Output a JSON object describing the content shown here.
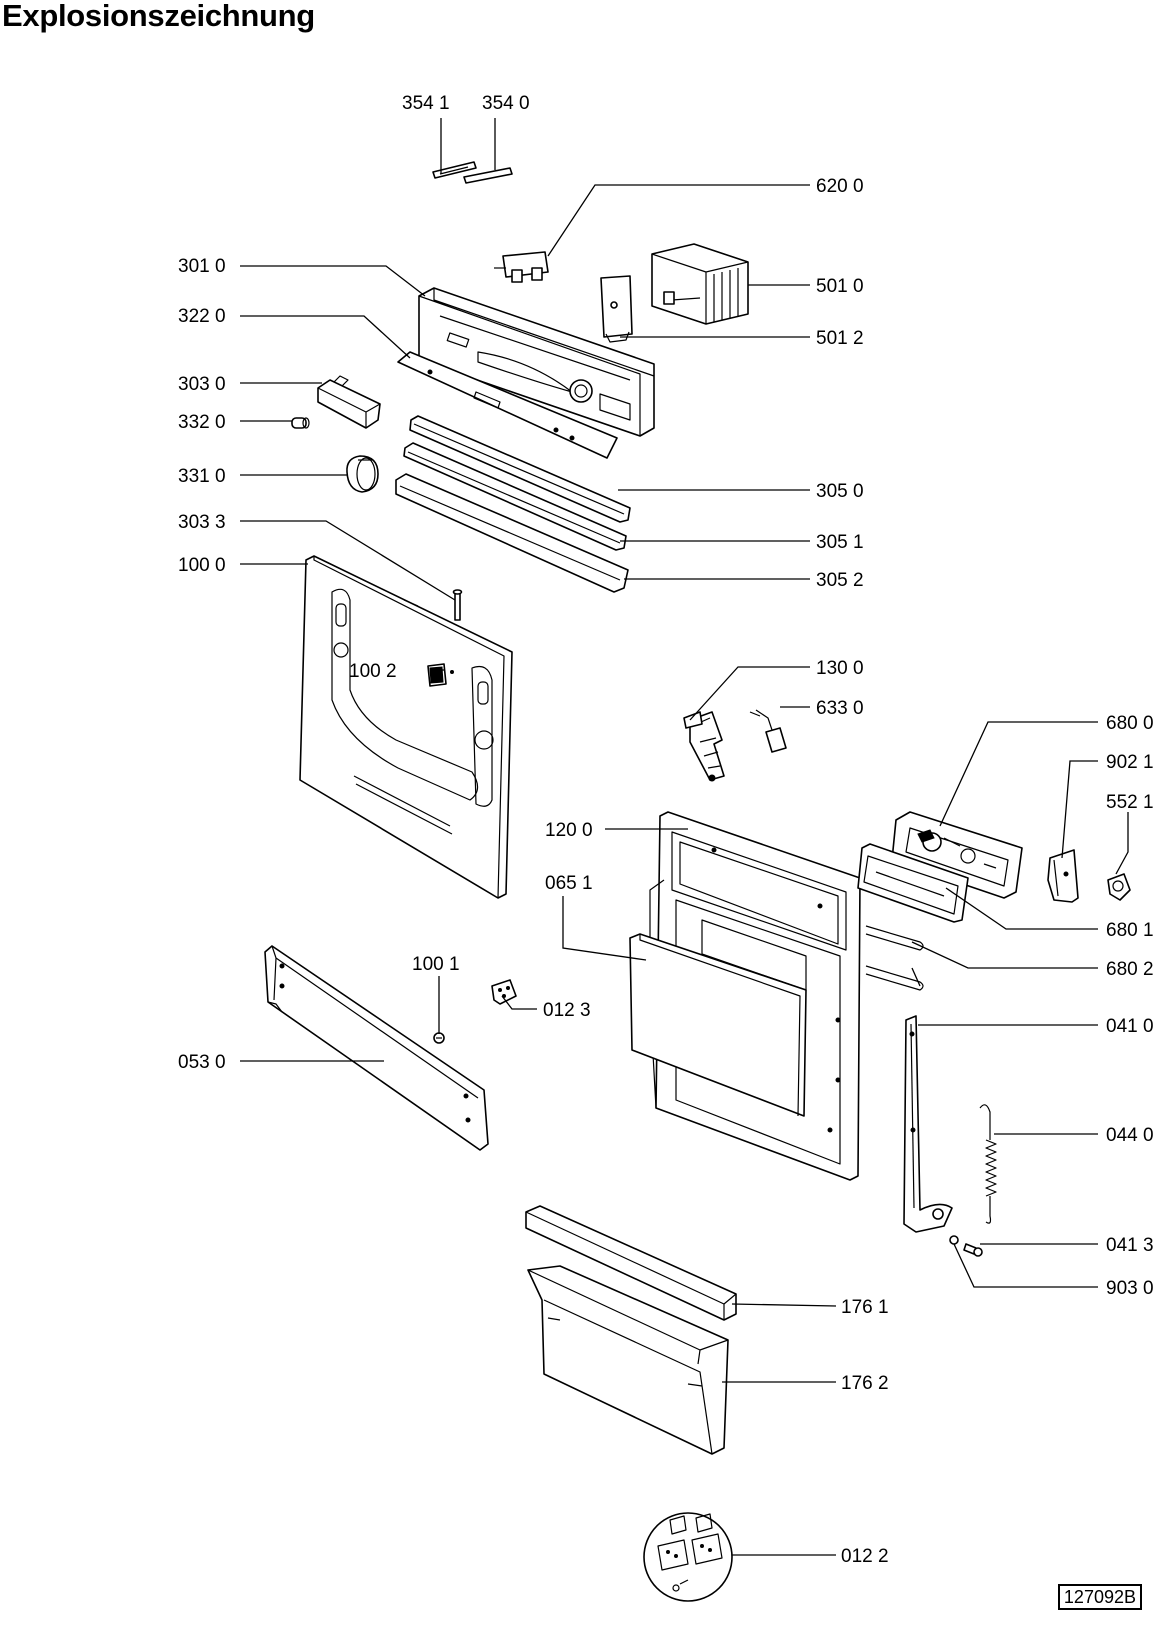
{
  "title": "Explosionszeichnung",
  "drawing_code": "127092B",
  "part_labels": [
    "354 1",
    "354 0",
    "620 0",
    "301 0",
    "501 0",
    "501 2",
    "322 0",
    "303 0",
    "332 0",
    "331 0",
    "305 0",
    "305 1",
    "303 3",
    "305 2",
    "100 0",
    "100 2",
    "130 0",
    "633 0",
    "680 0",
    "902 1",
    "552 1",
    "120 0",
    "065 1",
    "680 1",
    "680 2",
    "100 1",
    "012 3",
    "041 0",
    "053 0",
    "044 0",
    "041 3",
    "903 0",
    "176 1",
    "176 2",
    "012 2"
  ]
}
